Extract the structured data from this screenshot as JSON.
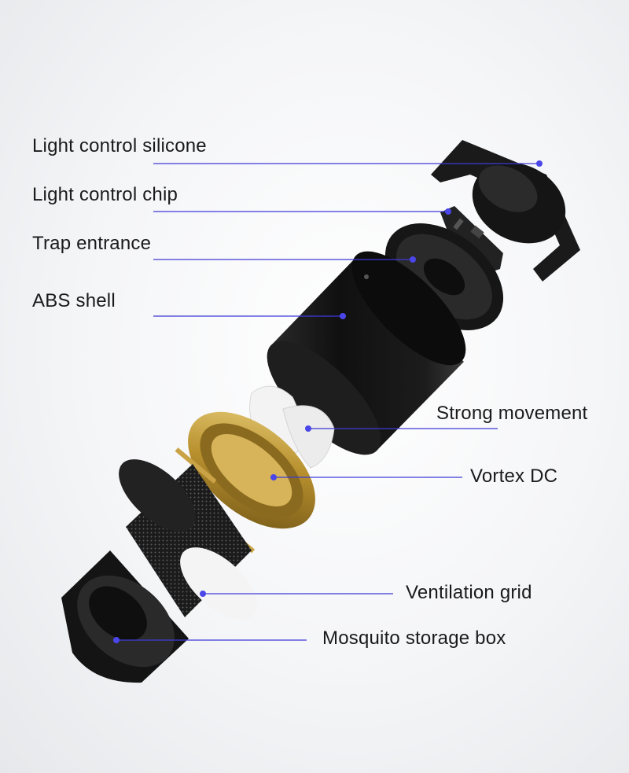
{
  "callouts": [
    {
      "id": "light-control-silicone",
      "text": "Light control silicone"
    },
    {
      "id": "light-control-chip",
      "text": "Light control chip"
    },
    {
      "id": "trap-entrance",
      "text": "Trap entrance"
    },
    {
      "id": "abs-shell",
      "text": "ABS shell"
    },
    {
      "id": "strong-movement",
      "text": "Strong movement"
    },
    {
      "id": "vortex-dc",
      "text": "Vortex DC"
    },
    {
      "id": "ventilation-grid",
      "text": "Ventilation grid"
    },
    {
      "id": "mosquito-storage-box",
      "text": "Mosquito storage box"
    }
  ],
  "colors": {
    "leader_line": "#3d3ad6",
    "leader_dot": "#4a46e8",
    "label_text": "#1a1a1a",
    "body_black": "#141414",
    "fan_gold": "#b8902e",
    "impeller_white": "#f2f2f2"
  }
}
